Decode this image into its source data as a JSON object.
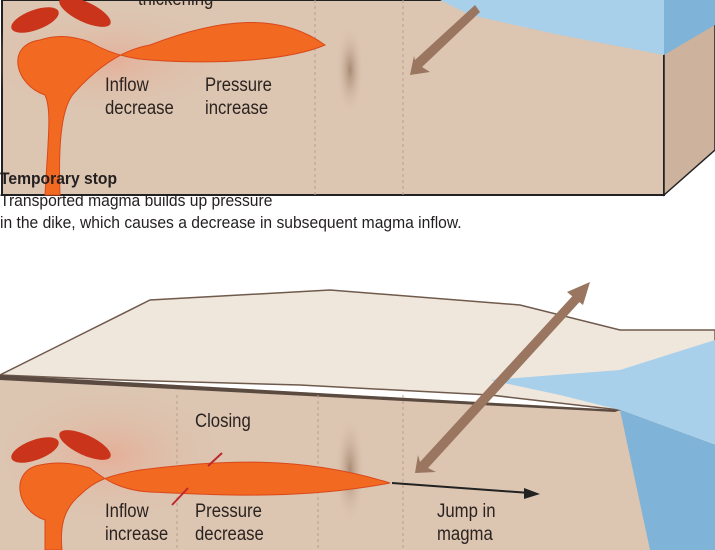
{
  "top_panel": {
    "labels": {
      "thickening": "thickening",
      "inflow": "Inflow",
      "inflow2": "decrease",
      "pressure": "Pressure",
      "pressure2": "increase"
    }
  },
  "caption": {
    "title": "Temporary stop",
    "line1": "Transported magma builds up pressure",
    "line2": "in the dike, which causes a decrease in subsequent magma inflow."
  },
  "bottom_panel": {
    "labels": {
      "closing": "Closing",
      "inflow": "Inflow",
      "inflow2": "increase",
      "pressure": "Pressure",
      "pressure2": "decrease",
      "jump": "Jump in",
      "jump2": "magma"
    }
  },
  "colors": {
    "crust": "#dcc5b1",
    "magma": "#f26a21",
    "water": "#9cc9e4",
    "surface": "#efe6dc",
    "arrow": "#9a7560"
  }
}
